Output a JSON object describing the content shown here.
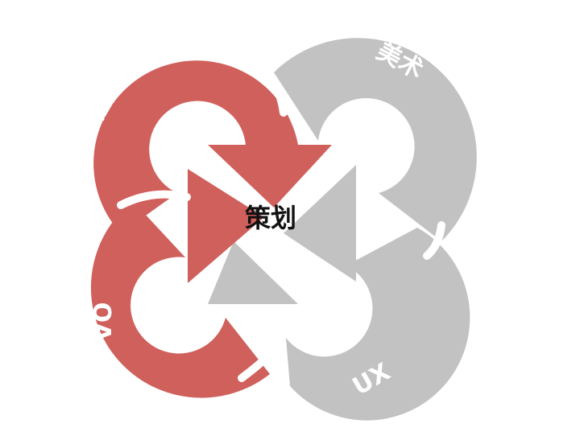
{
  "center": {
    "label": "策划"
  },
  "petals": [
    {
      "id": "program",
      "label": "程序",
      "color": "#d0605c"
    },
    {
      "id": "art",
      "label": "美术",
      "color": "#c2c2c2"
    },
    {
      "id": "qa",
      "label": "QA",
      "color": "#d0605c"
    },
    {
      "id": "ux",
      "label": "UX",
      "color": "#c2c2c2"
    }
  ],
  "background": "#ffffff"
}
